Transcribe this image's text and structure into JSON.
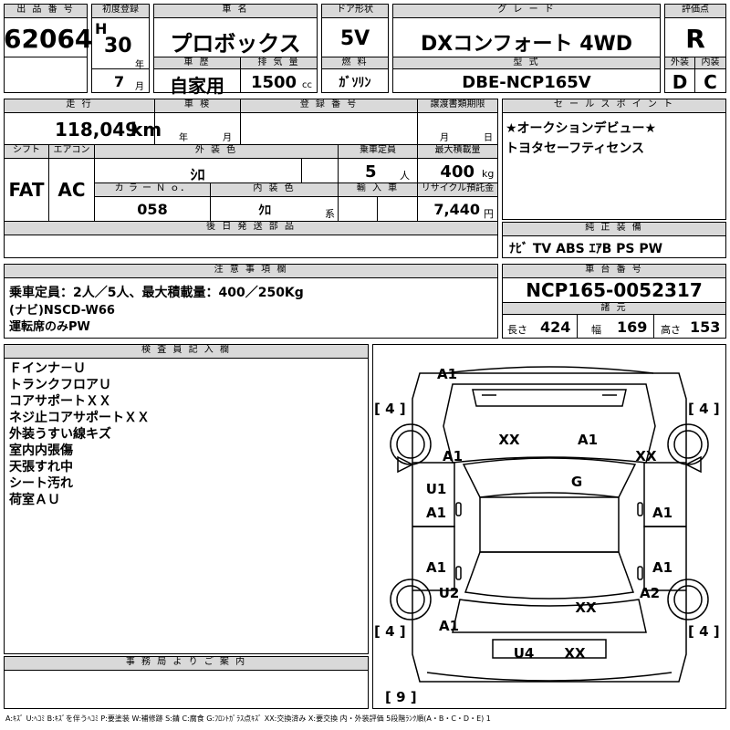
{
  "header": {
    "lot_no_label": "出 品 番 号",
    "lot_no": "62064",
    "first_reg_label": "初度登録",
    "era": "H",
    "year": "30",
    "year_unit": "年",
    "month": "7",
    "month_unit": "月",
    "car_name_label": "車 名",
    "car_name": "プロボックス",
    "history_label": "車 歴",
    "history": "自家用",
    "displacement_label": "排 気 量",
    "displacement": "1500",
    "displacement_unit": "cc",
    "door_label": "ドア形状",
    "door": "5V",
    "fuel_label": "燃 料",
    "fuel": "ｶﾞｿﾘﾝ",
    "grade_label": "グ レ ー ド",
    "grade": "DXコンフォート 4WD",
    "model_label": "型 式",
    "model": "DBE-NCP165V",
    "score_label": "評価点",
    "score": "R",
    "exterior_label": "外装",
    "exterior": "D",
    "interior_label": "内装",
    "interior": "C"
  },
  "row2": {
    "mileage_label": "走 行",
    "mileage": "118,049",
    "mileage_unit": "km",
    "inspection_label": "車 検",
    "insp_year_unit": "年",
    "insp_month_unit": "月",
    "reg_no_label": "登 録 番 号",
    "transfer_label": "譲渡書類期限",
    "transfer_month_unit": "月",
    "transfer_day_unit": "日",
    "shift_label": "シフト",
    "shift": "FAT",
    "ac_label": "エアコン",
    "ac": "AC",
    "ext_color_label": "外 装 色",
    "ext_color": "ｼﾛ",
    "capacity_label": "乗車定員",
    "capacity": "5",
    "capacity_unit": "人",
    "max_load_label": "最大積載量",
    "max_load": "400",
    "max_load_unit": "kg",
    "color_no_label": "カ ラ ー Ｎ ｏ．",
    "color_no": "058",
    "int_color_label": "内 装 色",
    "int_color": "ｸﾛ",
    "int_color_unit": "系",
    "import_label": "輸 入 車",
    "recycle_label": "リサイクル預託金",
    "recycle": "7,440",
    "recycle_unit": "円",
    "later_parts_label": "後 日 発 送 部 品"
  },
  "sales": {
    "label": "セ ー ル ス ポ イ ン ト",
    "lines": [
      "★オークションデビュー★",
      "トヨタセーフティセンス"
    ]
  },
  "equipment": {
    "label": "純 正 装 備",
    "text": "ﾅﾋﾞ TV ABS ｴｱB PS PW"
  },
  "notes": {
    "label": "注 意 事 項 欄",
    "lines": [
      "乗車定員：2人／5人、最大積載量：400／250Kg",
      "(ナビ)NSCD-W66",
      "運転席のみPW"
    ]
  },
  "chassis": {
    "label": "車 台 番 号",
    "value": "NCP165-0052317",
    "spec_label": "諸 元",
    "length_label": "長さ",
    "length": "424",
    "width_label": "幅",
    "width": "169",
    "height_label": "高さ",
    "height": "153"
  },
  "inspector": {
    "label": "検 査 員 記 入 欄",
    "lines": [
      "Ｆインナ－Ｕ",
      "トランクフロアＵ",
      "コアサポートＸＸ",
      "ネジ止コアサポートＸＸ",
      "外装うすい線キズ",
      "室内内張傷",
      "天張すれ中",
      "シート汚れ",
      "荷室ＡＵ"
    ]
  },
  "diagram": {
    "marks": {
      "front_a1": "A1",
      "hood_xx": "XX",
      "hood_a1": "A1",
      "left_fender_a1": "A1",
      "right_fender_xx": "XX",
      "left_front_door_u1": "U1",
      "roof_g": "G",
      "left_front_door_a1": "A1",
      "right_front_door_a1": "A1",
      "left_rear_door_a1": "A1",
      "right_rear_door_a1": "A1",
      "left_quarter_u2": "U2",
      "right_quarter_a2": "A2",
      "rear_glass_xx": "XX",
      "left_rear_a1": "A1",
      "rear_u4": "U4",
      "rear_xx": "XX"
    },
    "tire_marks": {
      "front_left": "4",
      "front_right": "4",
      "rear_left": "4",
      "rear_right": "4",
      "spare": "9"
    }
  },
  "office": {
    "label": "事 務 局 よ り ご 案 内"
  },
  "legend": "A:ｷｽﾞ U:ﾍｺﾐ B:ｷｽﾞを伴うﾍｺﾐ P:要塗装 W:補修跡 S:錆 C:腐食 G:ﾌﾛﾝﾄｶﾞﾗｽ点ｷｽﾞ XX:交換済み X:要交換 内・外装評価 5段階ﾗﾝｸ順(A・B・C・D・E) 1"
}
